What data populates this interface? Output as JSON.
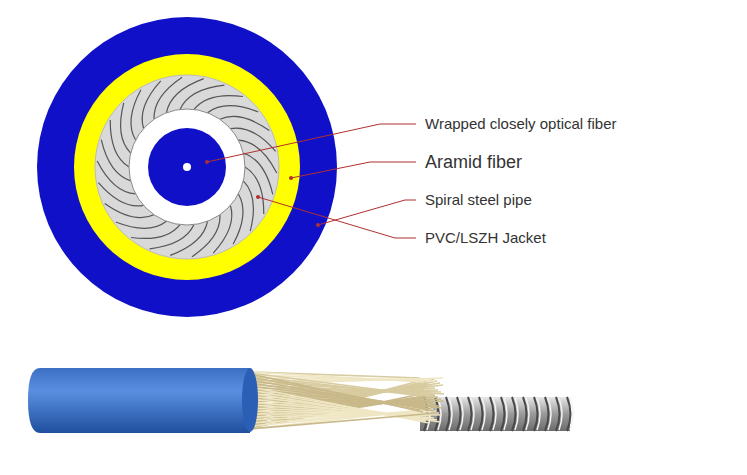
{
  "diagram": {
    "labels": [
      "Wrapped closely optical fiber",
      "Aramid fiber",
      "Spiral steel pipe",
      "PVC/LSZH Jacket"
    ]
  }
}
